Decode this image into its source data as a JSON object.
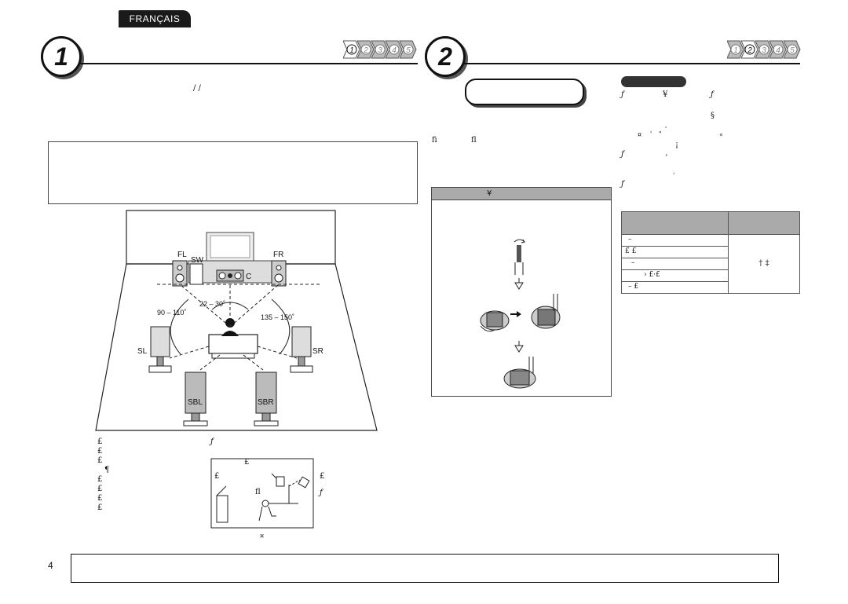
{
  "header": {
    "language": "FRANÇAIS"
  },
  "step1": {
    "number": "1",
    "nav": [
      "1",
      "2",
      "3",
      "4",
      "5"
    ],
    "path_text": "/ /",
    "diagram": {
      "speakers": {
        "fl": "FL",
        "sw": "SW",
        "fr": "FR",
        "c": "C",
        "sl": "SL",
        "sr": "SR",
        "sbl": "SBL",
        "sbr": "SBR"
      },
      "angles": {
        "front": "22 – 30˚",
        "left_side": "90 – 110˚",
        "right_side": "135 – 150˚"
      }
    },
    "notes": [
      "£",
      "£",
      "£",
      "¶",
      "£",
      "£",
      "£",
      "£"
    ],
    "note_f": "ƒ",
    "height_diagram": {
      "top": "£",
      "left": "£",
      "right": "£",
      "f": "ƒ",
      "fl": "ﬂ",
      "bottom": "¤"
    }
  },
  "step2": {
    "number": "2",
    "nav": [
      "1",
      "2",
      "3",
      "4",
      "5"
    ],
    "fi_text": "ﬁ",
    "fl_text": "ﬂ",
    "panel_header": "¥",
    "right_lines": [
      [
        "ƒ",
        "¥",
        "ƒ"
      ],
      [
        "§"
      ],
      [
        "¸"
      ],
      [
        "¤",
        "'",
        "\"",
        "«"
      ],
      [
        "¡"
      ],
      [
        "ƒ",
        "›"
      ],
      [
        "¸"
      ],
      [
        "ƒ"
      ]
    ],
    "table": {
      "rows": [
        "–",
        "£ £",
        "–",
        "› £·£",
        "– £"
      ],
      "merged": "†  ‡"
    }
  },
  "footer": {
    "page_number": "4"
  }
}
